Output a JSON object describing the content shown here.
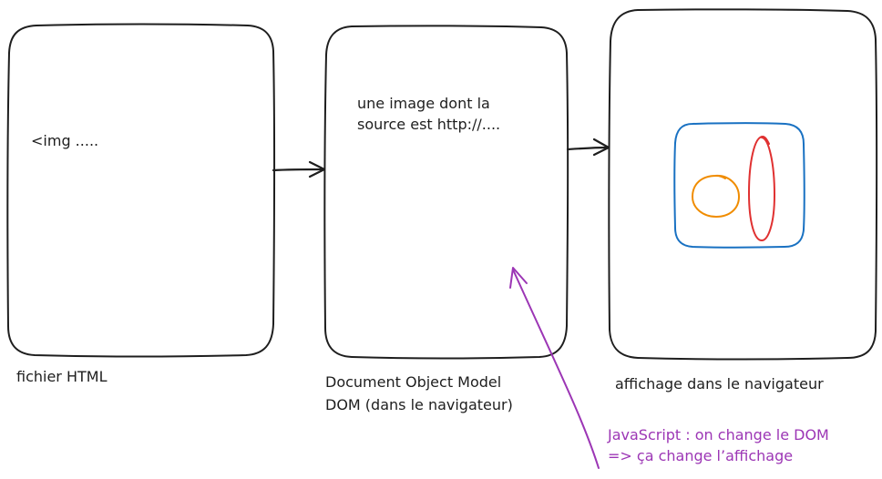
{
  "boxes": {
    "html_file": {
      "content": "<img .....",
      "label": "fichier HTML"
    },
    "dom": {
      "content_line1": "une image dont la",
      "content_line2": "source est http://....",
      "label_line1": "Document Object Model",
      "label_line2": "DOM (dans le navigateur)"
    },
    "display": {
      "label": "affichage dans le navigateur"
    }
  },
  "annotation": {
    "line1": "JavaScript : on change le DOM",
    "line2": "=> ça change l’affichage"
  },
  "colors": {
    "stroke": "#1e1e1e",
    "image_frame": "#1971c2",
    "circle": "#f08c00",
    "ellipse": "#e03131",
    "annotation": "#9c36b5"
  }
}
